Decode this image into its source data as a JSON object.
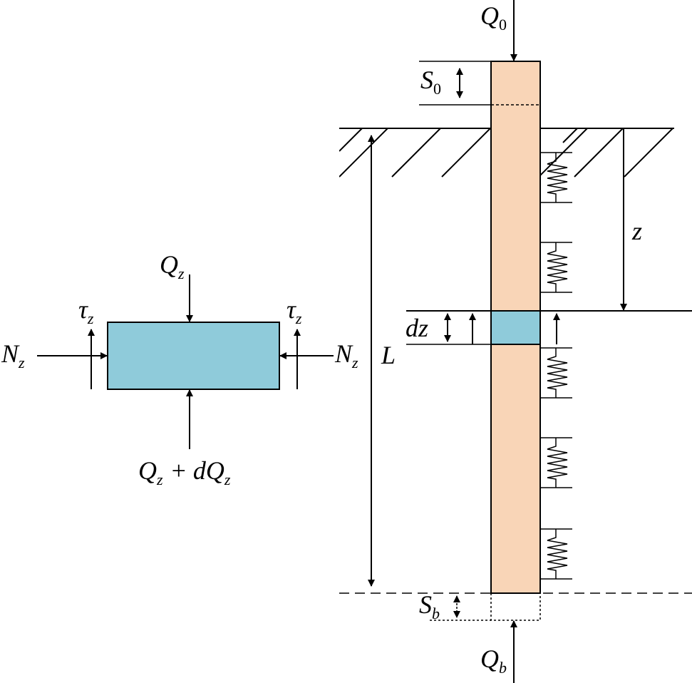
{
  "colors": {
    "pile": "#f9d5b7",
    "element": "#8fcbda",
    "stroke": "#000000"
  },
  "labels": {
    "Q0": {
      "main": "Q",
      "sub": "0"
    },
    "S0": {
      "main": "S",
      "sub": "0"
    },
    "z": {
      "main": "z"
    },
    "L": {
      "main": "L"
    },
    "dz": {
      "main": "dz"
    },
    "Sb": {
      "main": "S",
      "sub": "b"
    },
    "Qb": {
      "main": "Q",
      "sub": "b"
    },
    "Qz": {
      "main": "Q",
      "sub": "z"
    },
    "tauL": {
      "main": "τ",
      "sub": "z"
    },
    "tauR": {
      "main": "τ",
      "sub": "z"
    },
    "NzL": {
      "main": "N",
      "sub": "z"
    },
    "NzR": {
      "main": "N",
      "sub": "z"
    },
    "QzdQ": {
      "a": "Q",
      "asub": "z",
      "plus": "+",
      "b": "dQ",
      "bsub": "z"
    }
  }
}
